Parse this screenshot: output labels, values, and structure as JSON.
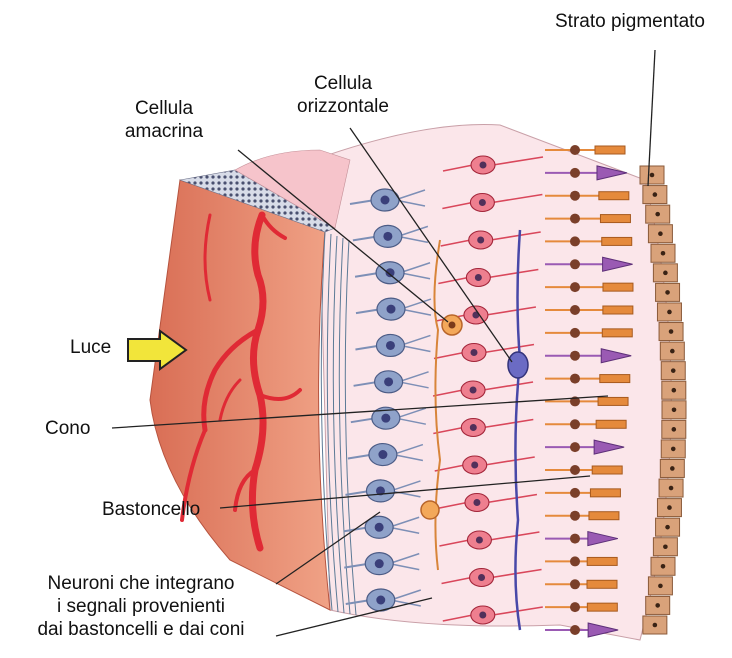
{
  "labels": {
    "strato_pigmentato": "Strato pigmentato",
    "cellula_orizzontale": [
      "Cellula",
      "orizzontale"
    ],
    "cellula_amacrina": [
      "Cellula",
      "amacrina"
    ],
    "luce": "Luce",
    "cono": "Cono",
    "bastoncello": "Bastoncello",
    "neuroni": [
      "Neuroni che integrano",
      "i segnali provenienti",
      "dai bastoncelli e dai coni"
    ]
  },
  "colors": {
    "tissue": "#e9826a",
    "vessel": "#e02a35",
    "pigment": "#d9a27a",
    "rod": "#e58a3c",
    "cone": "#9a5ab3",
    "bipolar": "#d9475b",
    "ganglion": "#8fa2c9",
    "arrow": "#f2e53a"
  },
  "icons": {
    "light_arrow": "arrow-right-icon"
  }
}
